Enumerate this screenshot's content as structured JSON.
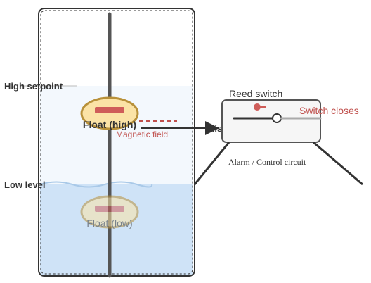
{
  "labels": {
    "high_setpoint": "High setpoint",
    "low_level": "Low level",
    "float_high": "Float (high)",
    "float_low": "Float (low)",
    "magnetic_field": "Magnetic field",
    "arrow_label": "Rise",
    "reed_switch": "Reed switch",
    "switch_closes": "Switch closes",
    "circuit": "Alarm / Control circuit"
  },
  "colors": {
    "tank_outline": "#333333",
    "water": "#cfe3f7",
    "upper_zone": "#f3f8fd",
    "stem": "#555555",
    "float_fill": "#fbe3a6",
    "float_stroke": "#b8913a",
    "magnet": "#cf5d59",
    "accent_red": "#c0504d",
    "switch_fill": "#f6f6f6",
    "switch_stroke": "#555555"
  },
  "icons": {
    "magnet_high": "magnet-icon",
    "magnet_low": "magnet-icon",
    "reed_contact": "reed-contact-icon"
  }
}
